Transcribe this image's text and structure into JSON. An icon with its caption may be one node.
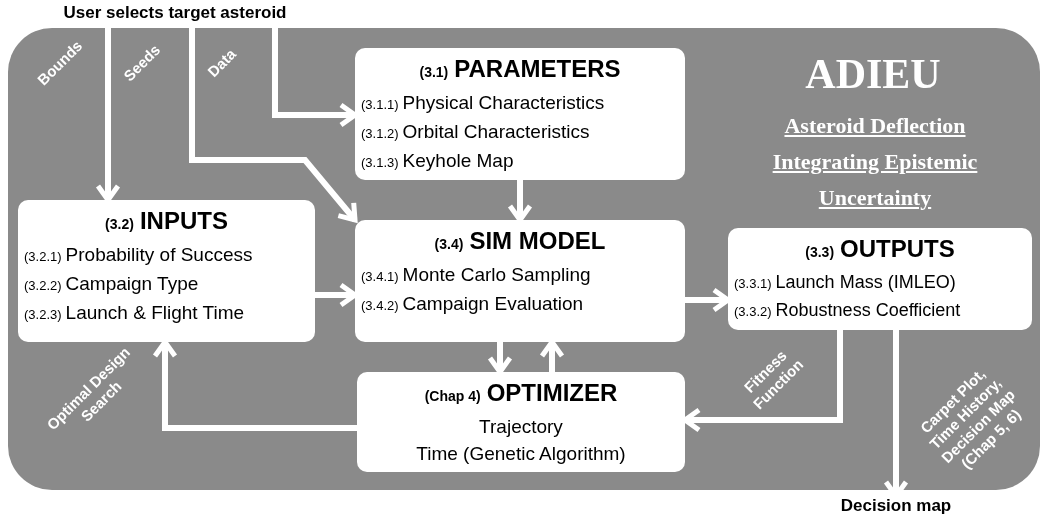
{
  "diagram": {
    "nodes": [
      {
        "text": [
          "User selects target asteroid"
        ]
      },
      {
        "text": [
          "ADIEU",
          "Asteroid Deflection Integrating Epistemic Uncertainty"
        ]
      },
      {
        "text": [
          "(3.1)",
          "PARAMETERS",
          "(3.1.1)",
          "Physical Characteristics",
          "(3.1.2)",
          "Orbital Characteristics",
          "(3.1.3)",
          "Keyhole Map"
        ],
        "in": 1
      },
      {
        "text": [
          "(3.2)",
          "INPUTS",
          "(3.2.1)",
          "Probability of Success",
          "(3.2.2)",
          "Campaign Type",
          "(3.2.3)",
          "Launch & Flight Time"
        ],
        "in": 1
      },
      {
        "text": [
          "(3.4)",
          "SIM MODEL",
          "(3.4.1)",
          "Monte Carlo Sampling",
          "(3.4.2)",
          "Campaign Evaluation"
        ],
        "in": 1
      },
      {
        "text": [
          "(3.3)",
          "OUTPUTS",
          "(3.3.1)",
          "Launch Mass (IMLEO)",
          "(3.3.2)",
          "Robustness Coefficient"
        ],
        "in": 1
      },
      {
        "text": [
          "(Chap 4)",
          "OPTIMIZER",
          "Trajectory",
          "Time (Genetic Algorithm)"
        ],
        "in": 1
      },
      {
        "text": [
          "Decision map"
        ]
      }
    ],
    "edges": [
      {
        "from": 0,
        "to": 3,
        "arrow": "to",
        "label": "Bounds"
      },
      {
        "from": 0,
        "to": 4,
        "arrow": "to",
        "label": "Seeds"
      },
      {
        "from": 0,
        "to": 2,
        "arrow": "to",
        "label": "Data"
      },
      {
        "from": 2,
        "to": 4,
        "arrow": "to"
      },
      {
        "from": 3,
        "to": 4,
        "arrow": "to"
      },
      {
        "from": 4,
        "to": 5,
        "arrow": "to"
      },
      {
        "from": 4,
        "to": 6,
        "arrow": "to"
      },
      {
        "from": 6,
        "to": 4,
        "arrow": "to"
      },
      {
        "from": 5,
        "to": 6,
        "arrow": "to",
        "label": "Fitness Function"
      },
      {
        "from": 6,
        "to": 3,
        "arrow": "to",
        "label": "Optimal Design Search"
      },
      {
        "from": 5,
        "to": 7,
        "arrow": "to",
        "label": "Carpet Plot, Time History, Decision Map (Chap 5, 6)"
      }
    ]
  }
}
